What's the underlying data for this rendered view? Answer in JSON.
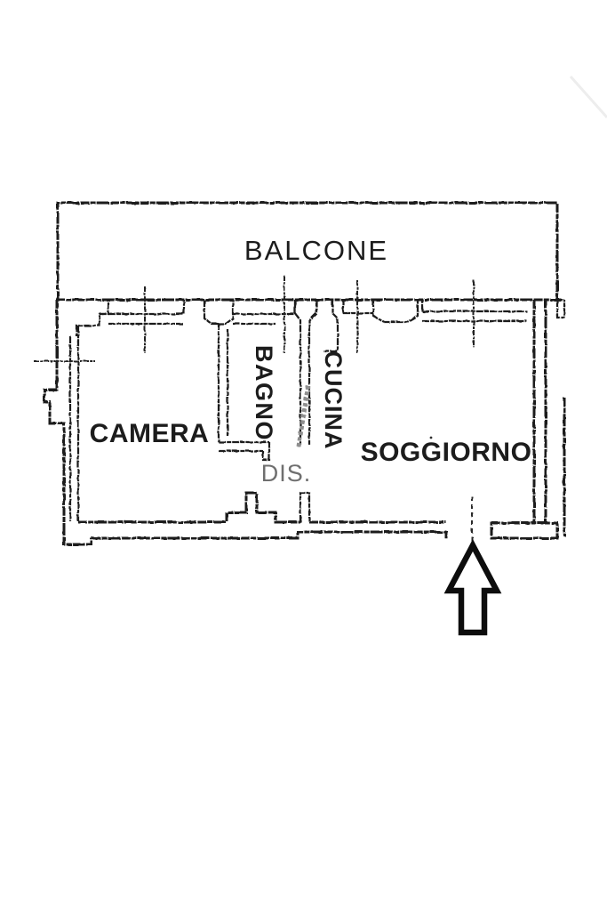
{
  "page": {
    "background": "#ffffff"
  },
  "plan": {
    "type": "apartment-floor-plan",
    "ink_color": "#1c1c1c",
    "muted_label_color": "#6f6f6f",
    "labels": {
      "balcone": "BALCONE",
      "camera": "CAMERA",
      "bagno": "BAGNO",
      "cucina": "CUCINA",
      "soggiorno": "SOGGIORNO",
      "dis": "DIS."
    },
    "entrance_arrow_direction": "up"
  }
}
